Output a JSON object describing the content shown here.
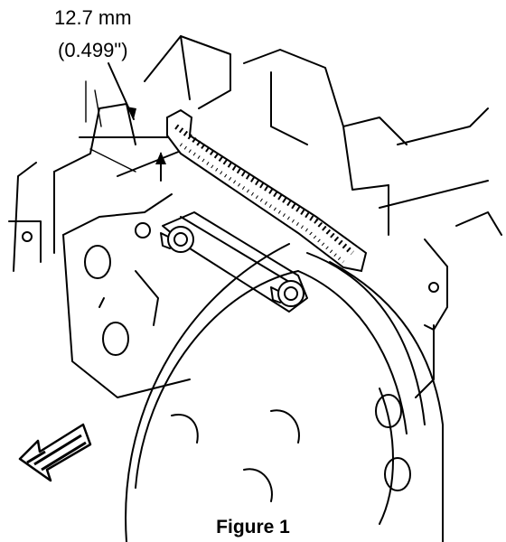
{
  "dimension": {
    "metric": "12.7 mm",
    "imperial": "(0.499\")"
  },
  "caption": "Figure 1"
}
